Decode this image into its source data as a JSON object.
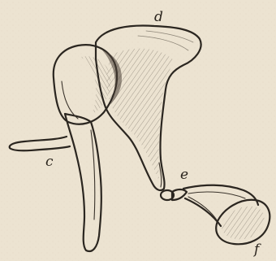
{
  "figure": {
    "labels": {
      "c": "c",
      "d": "d",
      "e": "e",
      "f": "f"
    }
  }
}
